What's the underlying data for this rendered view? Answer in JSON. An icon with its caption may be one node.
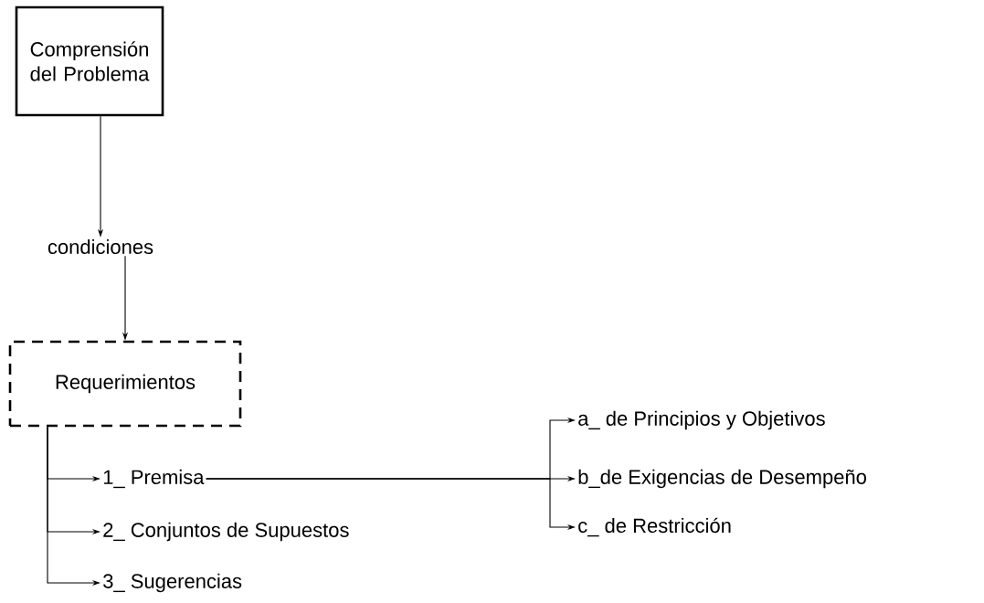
{
  "diagram": {
    "nodes": [
      {
        "text": [
          "Comprensión del Problema"
        ]
      },
      {
        "text": [
          "condiciones"
        ]
      },
      {
        "text": [
          "Requerimientos"
        ]
      },
      {
        "text": [
          "1_ Premisa"
        ]
      },
      {
        "text": [
          "2_ Conjuntos de Supuestos"
        ]
      },
      {
        "text": [
          "3_ Sugerencias"
        ]
      },
      {
        "text": [
          "a_ de Principios y Objetivos"
        ]
      },
      {
        "text": [
          "b_de Exigencias de Desempeño"
        ]
      },
      {
        "text": [
          "c_ de Restricción"
        ]
      }
    ],
    "edges": [
      {
        "from": 0,
        "to": 1,
        "arrow": "to"
      },
      {
        "from": 1,
        "to": 2,
        "arrow": "to"
      },
      {
        "from": 2,
        "to": 3,
        "arrow": "to"
      },
      {
        "from": 2,
        "to": 4,
        "arrow": "to"
      },
      {
        "from": 2,
        "to": 5,
        "arrow": "to"
      },
      {
        "from": 3,
        "to": 6,
        "arrow": "to"
      },
      {
        "from": 3,
        "to": 7,
        "arrow": "to"
      },
      {
        "from": 3,
        "to": 8,
        "arrow": "to"
      }
    ]
  }
}
